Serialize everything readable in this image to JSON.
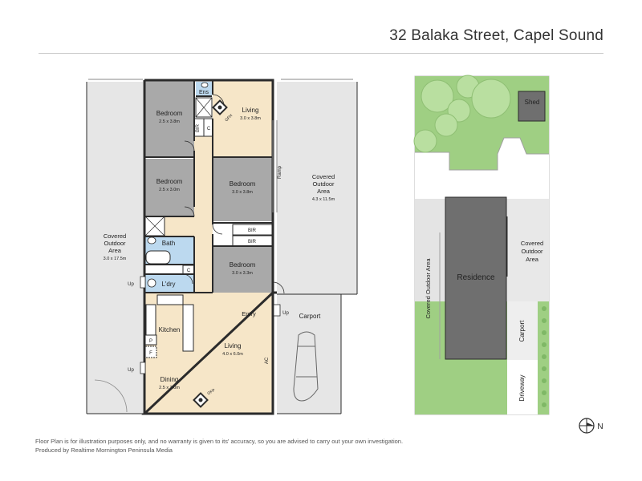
{
  "header": {
    "title": "32 Balaka Street, Capel Sound"
  },
  "floorplan": {
    "rooms": {
      "bedroom1": {
        "name": "Bedroom",
        "dims": "2.5 x 3.8m"
      },
      "bedroom2": {
        "name": "Bedroom",
        "dims": "2.5 x 3.0m"
      },
      "bedroom3": {
        "name": "Bedroom",
        "dims": "3.0 x 3.8m"
      },
      "bedroom4": {
        "name": "Bedroom",
        "dims": "3.0 x 3.3m"
      },
      "living_top": {
        "name": "Living",
        "dims": "3.0 x 3.8m"
      },
      "living_main": {
        "name": "Living",
        "dims": "4.0 x 6.0m"
      },
      "dining": {
        "name": "Dining",
        "dims": "2.5 x 3.0m"
      },
      "kitchen": {
        "name": "Kitchen"
      },
      "ens": {
        "name": "Ens"
      },
      "bath": {
        "name": "Bath"
      },
      "ldry": {
        "name": "L'dry"
      },
      "entry": {
        "name": "Entry"
      },
      "carport": {
        "name": "Carport"
      }
    },
    "covered_left": {
      "line1": "Covered",
      "line2": "Outdoor",
      "line3": "Area",
      "dims": "3.0 x 17.5m"
    },
    "covered_right": {
      "line1": "Covered",
      "line2": "Outdoor",
      "line3": "Area",
      "dims": "4.3 x 11.5m"
    },
    "labels": {
      "bir": "BIR",
      "c": "C",
      "p": "P",
      "f": "F",
      "ac": "AC",
      "gfh": "GFH",
      "ofp": "OFP",
      "ramp": "Ramp",
      "up": "Up"
    }
  },
  "siteplan": {
    "shed": "Shed",
    "residence": "Residence",
    "covered_side": "Covered Outdoor Area",
    "covered_right": {
      "line1": "Covered",
      "line2": "Outdoor",
      "line3": "Area"
    },
    "carport": "Carport",
    "driveway": "Driveway"
  },
  "footer": {
    "line1": "Floor Plan is for illustration purposes only, and no warranty is given to its' accuracy, so you are advised to carry out your own investigation.",
    "line2": "Produced by Realtime Mornington Peninsula Media"
  },
  "compass": {
    "label": "N"
  },
  "colors": {
    "bedroom": "#a9a9a9",
    "living": "#f6e6c8",
    "wet": "#bcd9ef",
    "outdoor": "#e4e4e4",
    "wall": "#2b2b2b",
    "grass": "#9fcf83",
    "residence": "#6f6f6f"
  }
}
